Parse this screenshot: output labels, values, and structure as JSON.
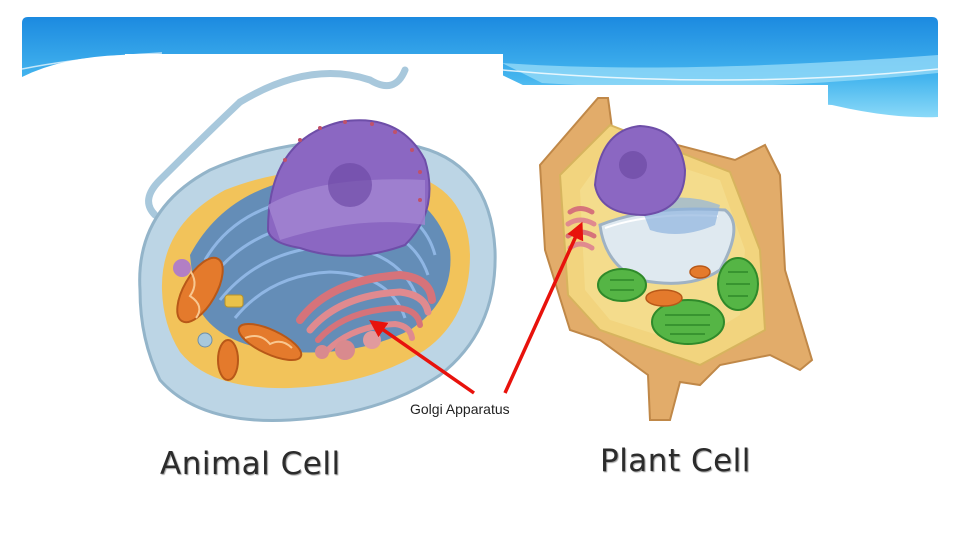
{
  "slide": {
    "captions": {
      "animal": "Animal Cell",
      "plant": "Plant Cell"
    },
    "annotation": {
      "label": "Golgi Apparatus"
    }
  },
  "colors": {
    "banner_top": "#1f8fe0",
    "banner_light": "#7fd2f7",
    "arrow": "#e8120c",
    "cytoplasm": "#f2c35a",
    "membrane": "#b7d3e4",
    "nucleus": "#8b67c2",
    "er": "#3d78c4",
    "golgi": "#d6737a",
    "mitochondria": "#e47a2c",
    "chloroplast": "#55b545",
    "cell_wall": "#e2ac6a",
    "vacuole": "#dfe9f0"
  }
}
